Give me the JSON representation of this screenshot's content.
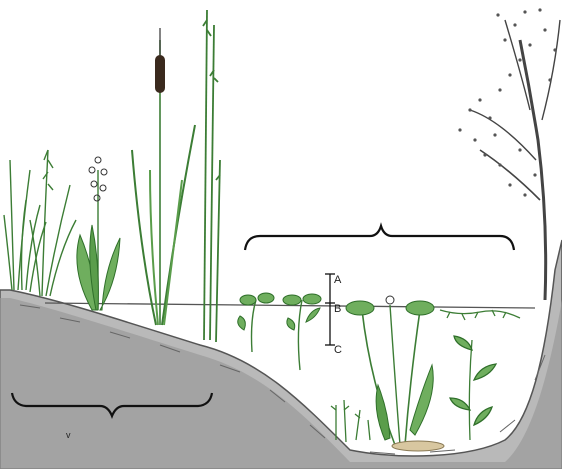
{
  "labels": {
    "a": "A",
    "b": "B",
    "c": "C",
    "lower_mark": "v"
  },
  "colors": {
    "sediment": "#8a8a8a",
    "sediment_edge": "#555555",
    "leaf_green": "#4a9a3a",
    "leaf_dark": "#2f6f2a",
    "line": "#333333",
    "cattail_head": "#3b2a1e"
  },
  "scene_elements": [
    "emergent-grasses",
    "cattail",
    "tall-reeds",
    "floating-leaf-plants",
    "submerged-plants",
    "shoreline-tree",
    "water-level-line",
    "pond-bottom-profile"
  ]
}
